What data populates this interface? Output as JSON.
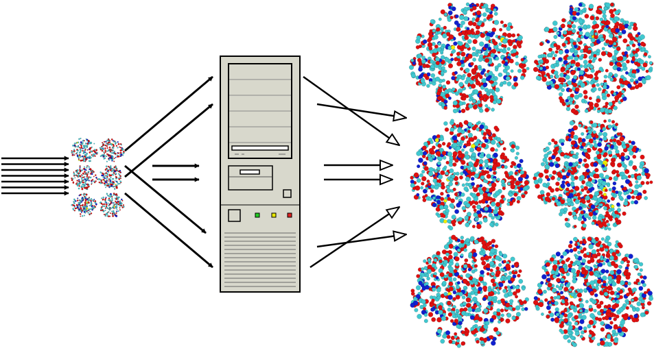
{
  "diagram": {
    "input_structures": {
      "count": 6,
      "rows": 3,
      "cols": 2
    },
    "input_arrows": {
      "count": 7
    },
    "server": {
      "indicator_colors": [
        "#22cc22",
        "#e8e800",
        "#dd2222"
      ]
    },
    "output_structures": {
      "count": 6,
      "rows": 3,
      "cols": 2
    },
    "colors": {
      "atom_red": "#e01010",
      "atom_cyan": "#40c8d0",
      "atom_blue": "#1020d0",
      "atom_yellow": "#f0f000",
      "case_fill": "#d8d8cc",
      "stroke": "#000000"
    }
  }
}
